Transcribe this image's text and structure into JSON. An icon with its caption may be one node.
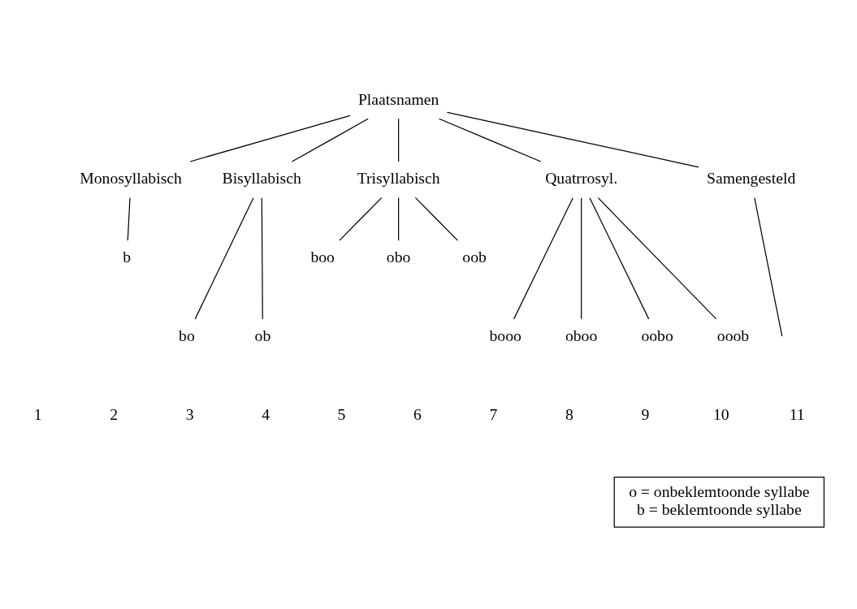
{
  "diagram": {
    "nodes": [
      {
        "text": [
          "Plaatsnamen"
        ]
      },
      {
        "text": [
          "Monosyllabisch"
        ]
      },
      {
        "text": [
          "Bisyllabisch"
        ]
      },
      {
        "text": [
          "Trisyllabisch"
        ]
      },
      {
        "text": [
          "Quatrrosyl."
        ]
      },
      {
        "text": [
          "Samengesteld"
        ]
      },
      {
        "text": [
          "b"
        ]
      },
      {
        "text": [
          "bo"
        ]
      },
      {
        "text": [
          "ob"
        ]
      },
      {
        "text": [
          "boo"
        ]
      },
      {
        "text": [
          "obo"
        ]
      },
      {
        "text": [
          "oob"
        ]
      },
      {
        "text": [
          "booo"
        ]
      },
      {
        "text": [
          "oboo"
        ]
      },
      {
        "text": [
          "oobo"
        ]
      },
      {
        "text": [
          "ooob"
        ]
      },
      {
        "text": [
          "o = onbeklemtoonde syllabe",
          "b = beklemtoonde syllabe"
        ]
      }
    ],
    "edges": [
      {
        "from": 0,
        "to": 1,
        "arrow": "none"
      },
      {
        "from": 0,
        "to": 2,
        "arrow": "none"
      },
      {
        "from": 0,
        "to": 3,
        "arrow": "none"
      },
      {
        "from": 0,
        "to": 4,
        "arrow": "none"
      },
      {
        "from": 0,
        "to": 5,
        "arrow": "none"
      },
      {
        "from": 1,
        "to": 6,
        "arrow": "none"
      },
      {
        "from": 2,
        "to": 7,
        "arrow": "none"
      },
      {
        "from": 2,
        "to": 8,
        "arrow": "none"
      },
      {
        "from": 3,
        "to": 9,
        "arrow": "none"
      },
      {
        "from": 3,
        "to": 10,
        "arrow": "none"
      },
      {
        "from": 3,
        "to": 11,
        "arrow": "none"
      },
      {
        "from": 4,
        "to": 12,
        "arrow": "none"
      },
      {
        "from": 4,
        "to": 13,
        "arrow": "none"
      },
      {
        "from": 4,
        "to": 14,
        "arrow": "none"
      },
      {
        "from": 4,
        "to": 15,
        "arrow": "none"
      },
      {
        "from": 5,
        "to": null,
        "arrow": "none"
      }
    ],
    "labels": [
      "1",
      "2",
      "3",
      "4",
      "5",
      "6",
      "7",
      "8",
      "9",
      "10",
      "11"
    ]
  }
}
